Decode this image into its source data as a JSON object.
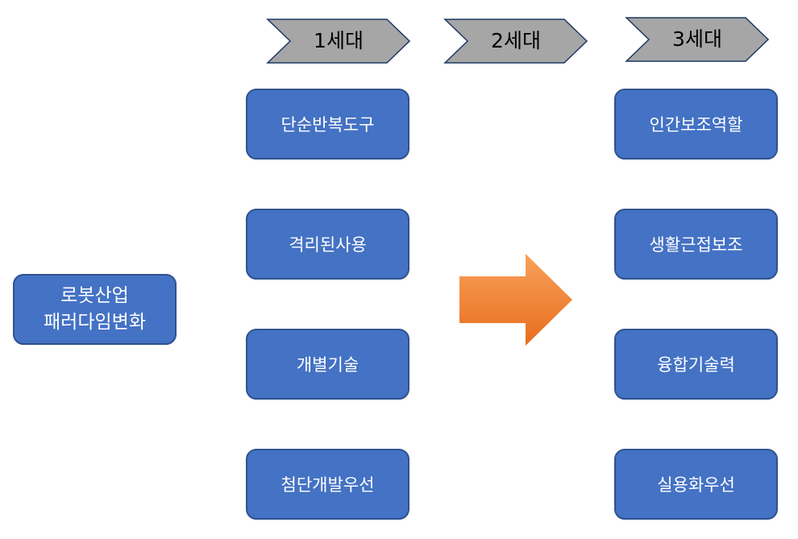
{
  "colors": {
    "box_fill": "#4472c4",
    "box_border": "#2f528f",
    "chevron_fill": "#a6a6a6",
    "chevron_border": "#1f3864",
    "arrow_fill_light": "#f8a25a",
    "arrow_fill_dark": "#e86c1e"
  },
  "root": {
    "line1": "로봇산업",
    "line2": "패러다임변화"
  },
  "generations": {
    "gen1": "1세대",
    "gen2": "2세대",
    "gen3": "3세대"
  },
  "first_gen_items": [
    "단순반복도구",
    "격리된사용",
    "개별기술",
    "첨단개발우선"
  ],
  "third_gen_items": [
    "인간보조역할",
    "생활근접보조",
    "융합기술력",
    "실용화우선"
  ],
  "arrow_icon": "right-arrow-icon"
}
